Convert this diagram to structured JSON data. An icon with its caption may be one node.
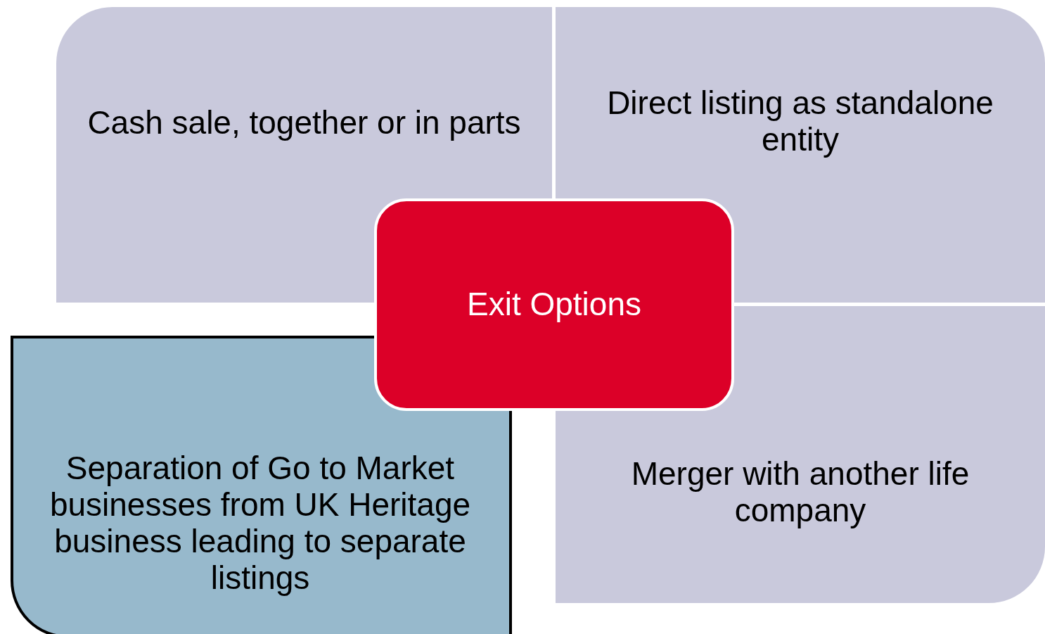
{
  "diagram": {
    "nodes": [
      {
        "text": [
          "Cash sale, together or in parts"
        ]
      },
      {
        "text": [
          "Direct listing as standalone entity"
        ]
      },
      {
        "text": [
          "Exit Options"
        ]
      },
      {
        "text": [
          "Separation of Go to Market businesses from UK Heritage business leading to separate listings"
        ]
      },
      {
        "text": [
          "Merger with another life company"
        ]
      }
    ]
  }
}
